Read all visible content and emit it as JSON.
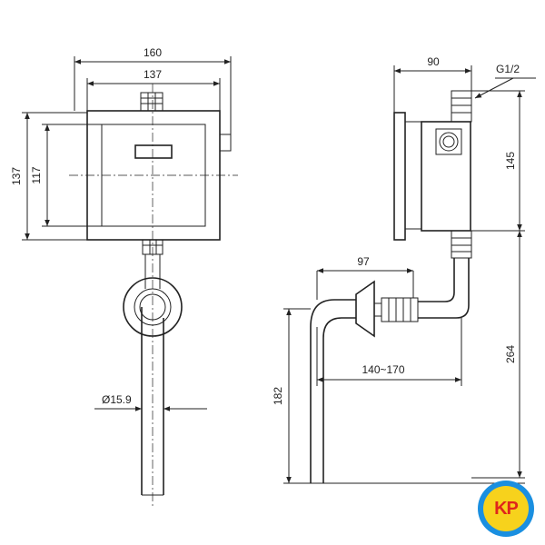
{
  "front_view": {
    "dim_width_outer": "160",
    "dim_width_inner": "137",
    "dim_height_outer": "137",
    "dim_height_inner": "117",
    "dim_pipe_diameter": "Ø15.9"
  },
  "side_view": {
    "dim_depth": "90",
    "thread_label": "G1/2",
    "dim_box_height": "145",
    "dim_offset": "97",
    "dim_range": "140~170",
    "dim_drop": "182",
    "dim_total_height": "264"
  },
  "logo": {
    "text": "KP",
    "colors": {
      "ring": "#1a8fe0",
      "disc": "#f7d21c",
      "letters": "#e0251b"
    }
  }
}
